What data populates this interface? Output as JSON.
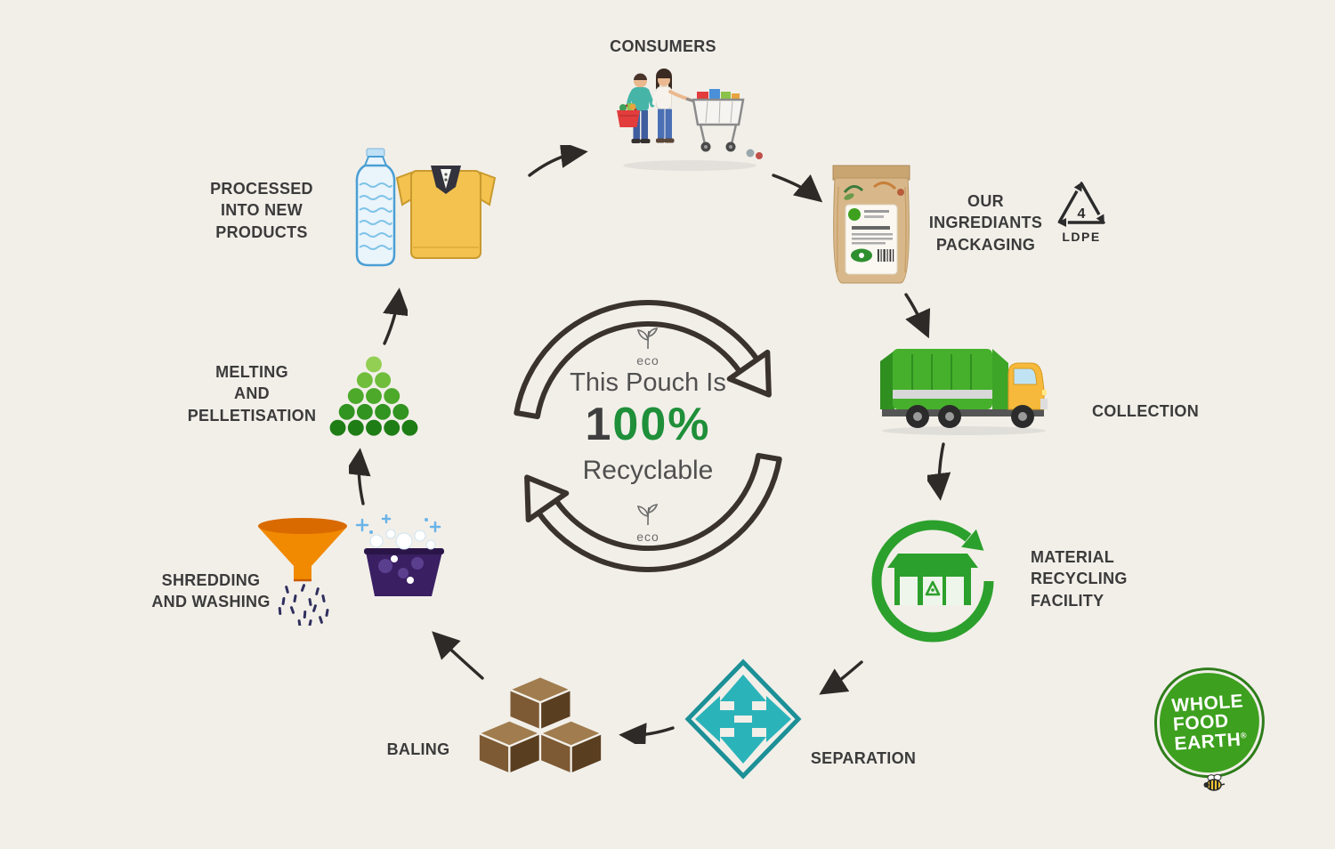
{
  "page": {
    "background_color": "#f2efe9"
  },
  "center": {
    "eco_top": "eco",
    "eco_bottom": "eco",
    "line1": "This Pouch Is",
    "percent_prefix": "1",
    "percent_zeros": "00",
    "percent_sign": "%",
    "line2": "Recyclable"
  },
  "stages": {
    "consumers": {
      "label": "CONSUMERS"
    },
    "packaging": {
      "label": "OUR INGREDIANTS\nPACKAGING"
    },
    "collection": {
      "label": "COLLECTION"
    },
    "facility": {
      "label": "MATERIAL\nRECYCLING\nFACILITY"
    },
    "separation": {
      "label": "SEPARATION"
    },
    "baling": {
      "label": "BALING"
    },
    "shredding": {
      "label": "SHREDDING\nAND WASHING"
    },
    "melting": {
      "label": "MELTING\nAND\nPELLETISATION"
    },
    "products": {
      "label": "PROCESSED\nINTO NEW PRODUCTS"
    }
  },
  "resin_code": {
    "number": "4",
    "material": "LDPE"
  },
  "logo": {
    "line1": "WHOLE",
    "line2": "FOOD",
    "line3": "EARTH",
    "registered": "®"
  },
  "colors": {
    "background": "#f2efe9",
    "arrow_dark": "#2e2a27",
    "cycle_outline": "#3a322d",
    "accent_green": "#2ca02c",
    "percent_green": "#1f8f3a",
    "separation_teal": "#2bb3ba",
    "bale_brown": "#7d5a34",
    "funnel_orange": "#f18a00",
    "tub_purple": "#3a1f63",
    "truck_green": "#46b02c",
    "cab_yellow": "#f6b93b",
    "pouch_kraft": "#d8b88a",
    "shirt_yellow": "#f3c24f",
    "logo_green": "#3da01e"
  }
}
